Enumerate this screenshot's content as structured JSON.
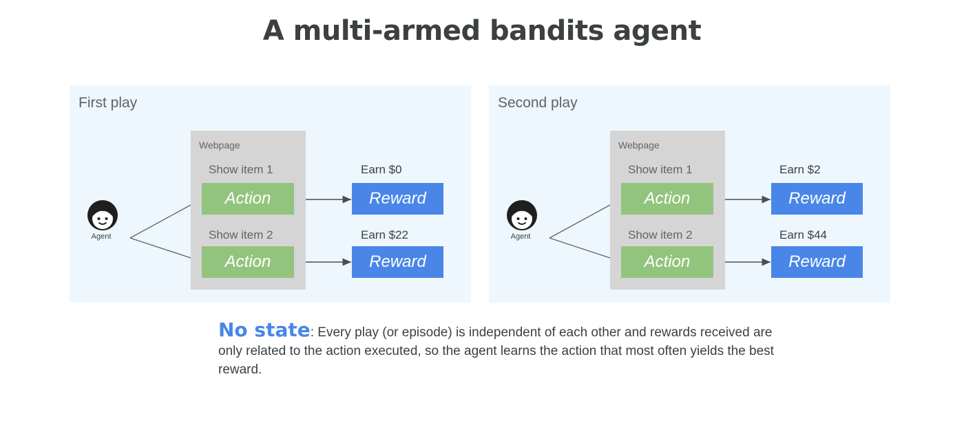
{
  "title": "A multi-armed bandits agent",
  "panels": [
    {
      "title": "First play",
      "webpage_label": "Webpage",
      "agent_label": "Agent",
      "items": [
        {
          "label": "Show item 1",
          "action": "Action",
          "earn": "Earn $0",
          "reward": "Reward"
        },
        {
          "label": "Show item 2",
          "action": "Action",
          "earn": "Earn $22",
          "reward": "Reward"
        }
      ]
    },
    {
      "title": "Second play",
      "webpage_label": "Webpage",
      "agent_label": "Agent",
      "items": [
        {
          "label": "Show item 1",
          "action": "Action",
          "earn": "Earn $2",
          "reward": "Reward"
        },
        {
          "label": "Show item 2",
          "action": "Action",
          "earn": "Earn $44",
          "reward": "Reward"
        }
      ]
    }
  ],
  "note": {
    "heading": "No state",
    "text": ": Every play (or episode) is independent of each other and rewards received are only related to the action executed, so the agent learns the action that most often yields the best reward."
  },
  "colors": {
    "action": "#93c47d",
    "reward": "#4a86e8",
    "webpage": "#d5d5d5",
    "panel_bg": "#eef7fd",
    "note_heading": "#4a86e8"
  }
}
